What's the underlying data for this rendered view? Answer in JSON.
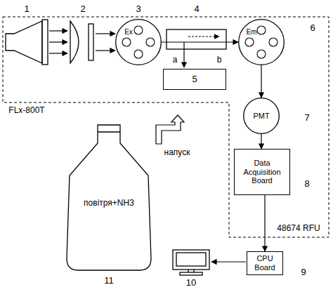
{
  "diagram": {
    "nodes": [
      {
        "text": [
          "Ex"
        ]
      },
      {
        "text": [
          "5"
        ]
      },
      {
        "text": [
          "Em"
        ]
      },
      {
        "text": [
          "PMT"
        ]
      },
      {
        "text": [
          "Data Acquisition Board"
        ]
      },
      {
        "text": [
          "повітря+NH3"
        ]
      },
      {
        "text": [
          "CPU Board"
        ]
      }
    ],
    "edges": [
      {
        "from": 0,
        "to": 2,
        "arrow": "to"
      },
      {
        "from": 2,
        "to": 3,
        "arrow": "to"
      },
      {
        "from": 3,
        "to": 4,
        "arrow": "to"
      },
      {
        "from": 4,
        "to": 6,
        "arrow": "to"
      }
    ],
    "labels": [
      "1",
      "2",
      "3",
      "4",
      "a",
      "b",
      "6",
      "FLx-800T",
      "7",
      "напуск",
      "8",
      "48674 RFU",
      "10",
      "9",
      "11"
    ]
  }
}
